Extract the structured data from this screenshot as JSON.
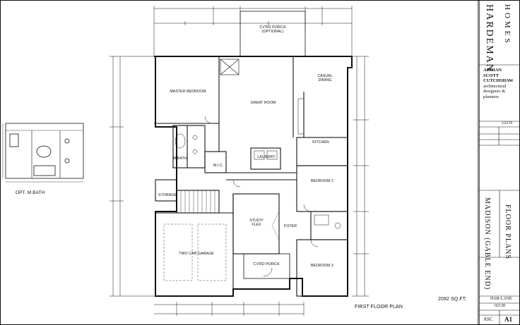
{
  "plan": {
    "rooms": {
      "covered_porch_top": "CV'RD PORCH",
      "covered_porch_top_note": "(OPTIONAL)",
      "master_bedroom": "MASTER BEDROOM",
      "great_room": "GREAT ROOM",
      "casual_dining": "CASUAL",
      "casual_dining_2": "DINING",
      "kitchen": "KITCHEN",
      "laundry": "LAUNDRY",
      "master_bath": "M.BATH",
      "wic": "W.I.C.",
      "bedroom_2": "BEDROOM 2",
      "storage": "STORAGE",
      "study": "STUDY/",
      "study_2": "FLEX",
      "foyer": "FOYER",
      "garage": "TWO CAR GARAGE",
      "covered_porch_front": "CV'RD PORCH",
      "bedroom_3": "BEDROOM 3"
    },
    "opt_bath_label": "OPT. M.BATH",
    "plan_title": "FIRST FLOOR PLAN",
    "square_feet": "2092 SQ.FT."
  },
  "title_block": {
    "brand": "HARDEMAN",
    "brand_2": "HOMES",
    "designer": "ADRIAN",
    "designer_2": "SCOTT",
    "designer_3": "CUTCHSHAW",
    "designer_4": "architectural",
    "designer_5": "designers &",
    "designer_6": "planners",
    "date": "3/22/19",
    "project": "MADISON (GABLE END)",
    "sheet_title": "FLOOR PLANS",
    "lot": "HAR-LANE",
    "job_no": "02138",
    "drawn_by": "ASC",
    "sheet_no": "A1"
  }
}
